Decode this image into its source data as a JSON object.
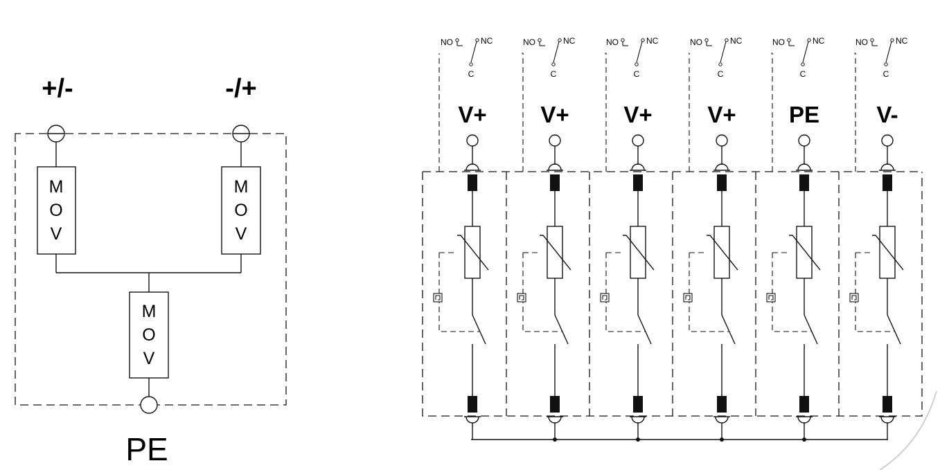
{
  "left_diagram": {
    "terminal_left": "+/-",
    "terminal_right": "-/+",
    "ground": "PE",
    "component_left": [
      "M",
      "O",
      "V"
    ],
    "component_right": [
      "M",
      "O",
      "V"
    ],
    "component_bottom": [
      "M",
      "O",
      "V"
    ]
  },
  "right_diagram": {
    "switch_labels": {
      "no": "NO",
      "nc": "NC",
      "c": "C"
    },
    "modules": [
      {
        "label": "V+"
      },
      {
        "label": "V+"
      },
      {
        "label": "V+"
      },
      {
        "label": "V+"
      },
      {
        "label": "PE"
      },
      {
        "label": "V-"
      }
    ]
  }
}
